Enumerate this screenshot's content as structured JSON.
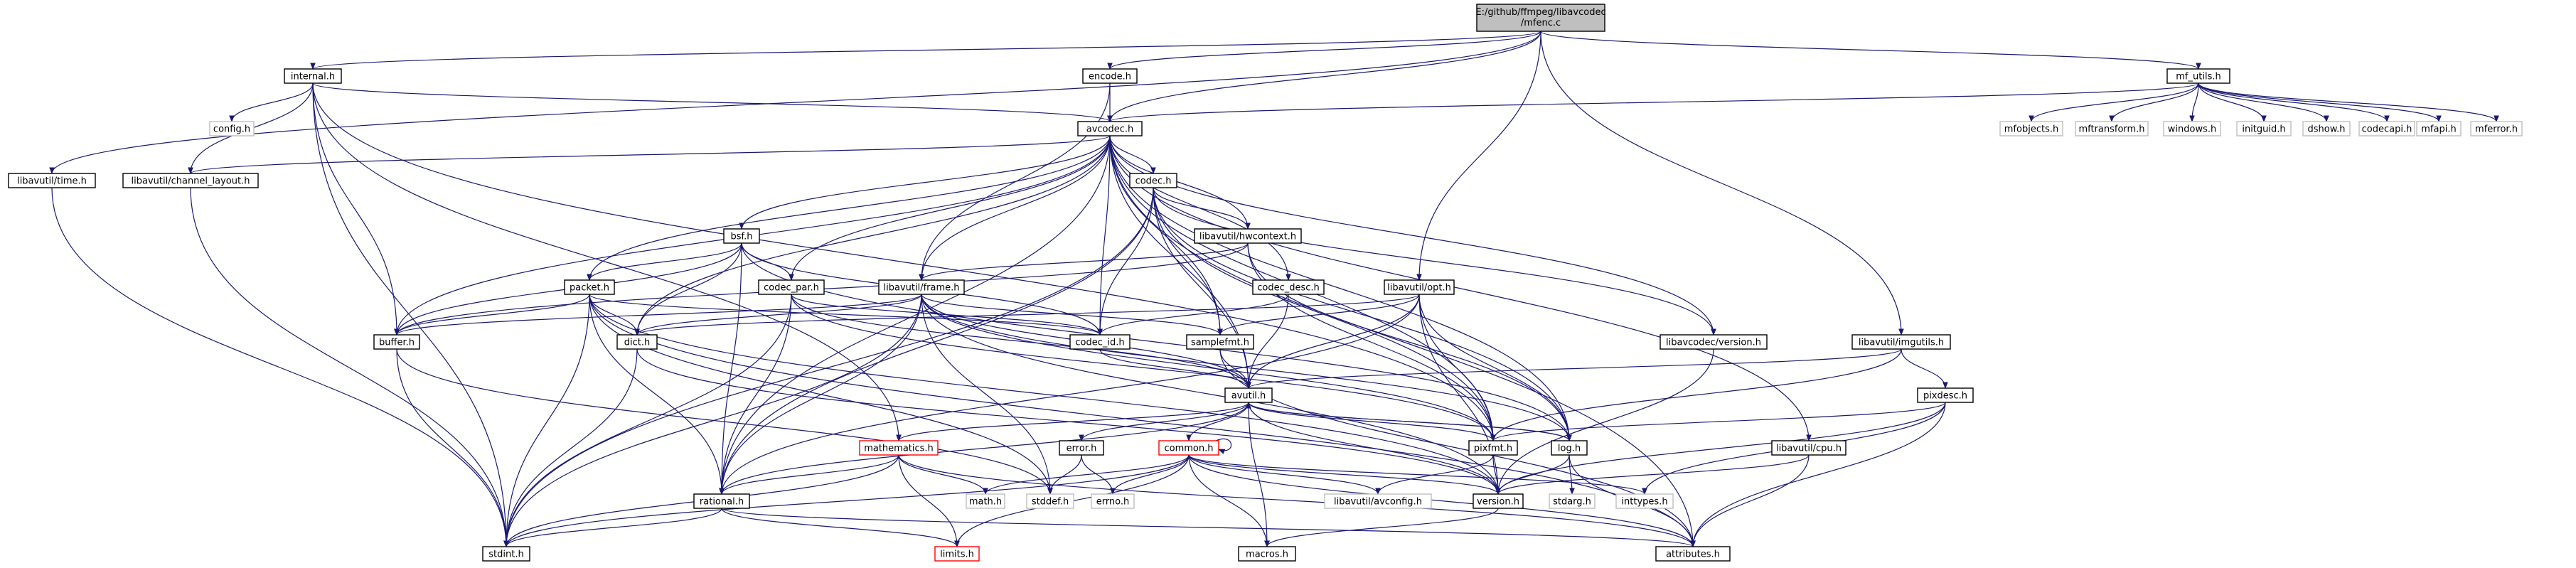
{
  "title_lines": [
    "E:/github/ffmpeg/libavcodec",
    "/mfenc.c"
  ],
  "colors": {
    "edge": "#191970",
    "root_fill": "#bfbfbf",
    "node_border": "#000000",
    "external_border": "#bfbfbf",
    "truncated_border": "#ff0000",
    "node_fill": "#ffffff"
  },
  "nodes": {
    "mfenc_c": "E:/github/ffmpeg/libavcodec/mfenc.c",
    "internal_h": "internal.h",
    "encode_h": "encode.h",
    "mf_utils_h": "mf_utils.h",
    "libavutil_time_h": "libavutil/time.h",
    "config_h": "config.h",
    "avcodec_h": "avcodec.h",
    "mfobjects_h": "mfobjects.h",
    "mftransform_h": "mftransform.h",
    "windows_h": "windows.h",
    "initguid_h": "initguid.h",
    "dshow_h": "dshow.h",
    "codecapi_h": "codecapi.h",
    "mfapi_h": "mfapi.h",
    "mferror_h": "mferror.h",
    "channel_layout_h": "libavutil/channel_layout.h",
    "codec_h": "codec.h",
    "bsf_h": "bsf.h",
    "hwcontext_h": "libavutil/hwcontext.h",
    "codec_par_h": "codec_par.h",
    "frame_h": "libavutil/frame.h",
    "codec_desc_h": "codec_desc.h",
    "opt_h": "libavutil/opt.h",
    "packet_h": "packet.h",
    "buffer_h": "buffer.h",
    "dict_h": "dict.h",
    "codec_id_h": "codec_id.h",
    "samplefmt_h": "samplefmt.h",
    "lavc_version_h": "libavcodec/version.h",
    "imgutils_h": "libavutil/imgutils.h",
    "avutil_h": "avutil.h",
    "pixdesc_h": "pixdesc.h",
    "mathematics_h": "mathematics.h",
    "error_h": "error.h",
    "common_h": "common.h",
    "pixfmt_h": "pixfmt.h",
    "log_h": "log.h",
    "cpu_h": "libavutil/cpu.h",
    "math_h": "math.h",
    "stddef_h": "stddef.h",
    "errno_h": "errno.h",
    "avconfig_h": "libavutil/avconfig.h",
    "version_h": "version.h",
    "stdarg_h": "stdarg.h",
    "inttypes_h": "inttypes.h",
    "rational_h": "rational.h",
    "stdint_h": "stdint.h",
    "limits_h": "limits.h",
    "macros_h": "macros.h",
    "attributes_h": "attributes.h"
  }
}
